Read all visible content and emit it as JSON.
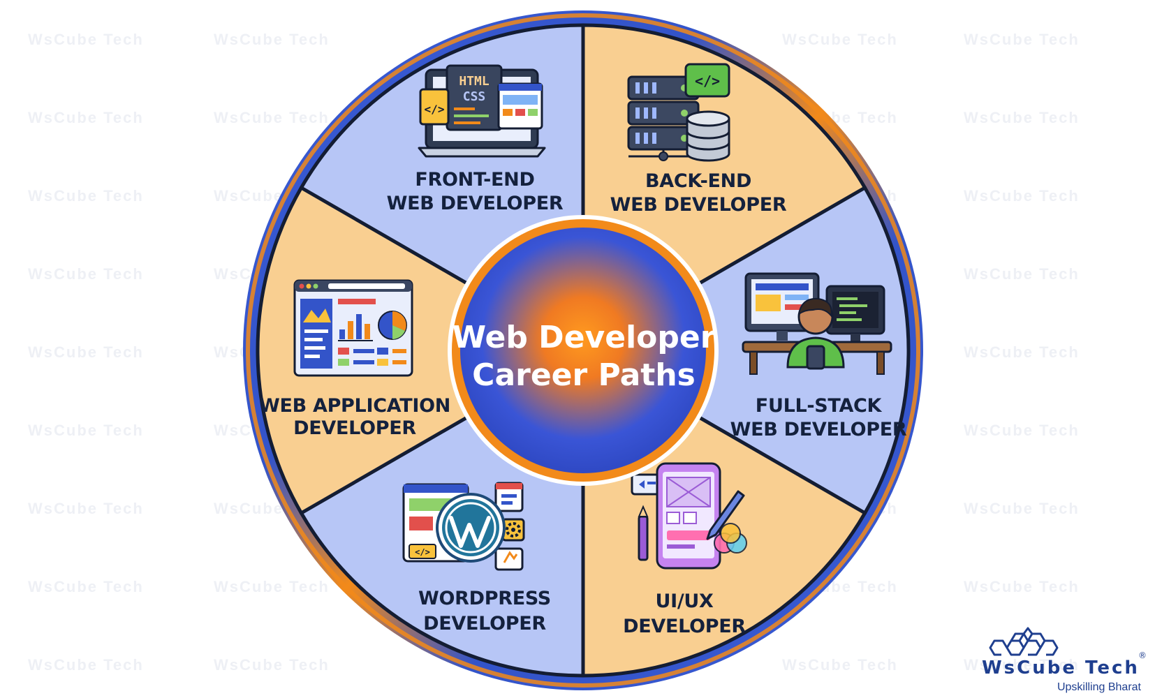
{
  "center": {
    "line1": "Web Developer",
    "line2": "Career Paths"
  },
  "segments": [
    {
      "id": "front-end",
      "line1": "FRONT-END",
      "line2": "WEB DEVELOPER",
      "fill": "#b7c6f6",
      "icon": "laptop-html-css-icon",
      "icon_text_1": "HTML",
      "icon_text_2": "CSS",
      "icon_text_3": "</>"
    },
    {
      "id": "back-end",
      "line1": "BACK-END",
      "line2": "WEB DEVELOPER",
      "fill": "#f9cf91",
      "icon": "server-database-icon",
      "icon_text_1": "</>"
    },
    {
      "id": "full-stack",
      "line1": "FULL-STACK",
      "line2": "WEB DEVELOPER",
      "fill": "#b7c6f6",
      "icon": "developer-at-desk-icon"
    },
    {
      "id": "ui-ux",
      "line1": "UI/UX",
      "line2": "DEVELOPER",
      "fill": "#f9cf91",
      "icon": "mobile-design-icon"
    },
    {
      "id": "wordpress",
      "line1": "WORDPRESS",
      "line2": "DEVELOPER",
      "fill": "#b7c6f6",
      "icon": "wordpress-icon",
      "icon_text_1": "</>"
    },
    {
      "id": "web-app",
      "line1": "WEB APPLICATION",
      "line2": "DEVELOPER",
      "fill": "#f9cf91",
      "icon": "dashboard-charts-icon"
    }
  ],
  "brand": {
    "name": "WsCube Tech",
    "tagline": "Upskilling Bharat",
    "reg": "®",
    "watermark": "WsCube Tech"
  },
  "colors": {
    "ring_blue": "#3354c9",
    "ring_orange": "#f28a1a",
    "divider": "#141d33",
    "blue_fill": "#b7c6f6",
    "orange_fill": "#f9cf91"
  }
}
